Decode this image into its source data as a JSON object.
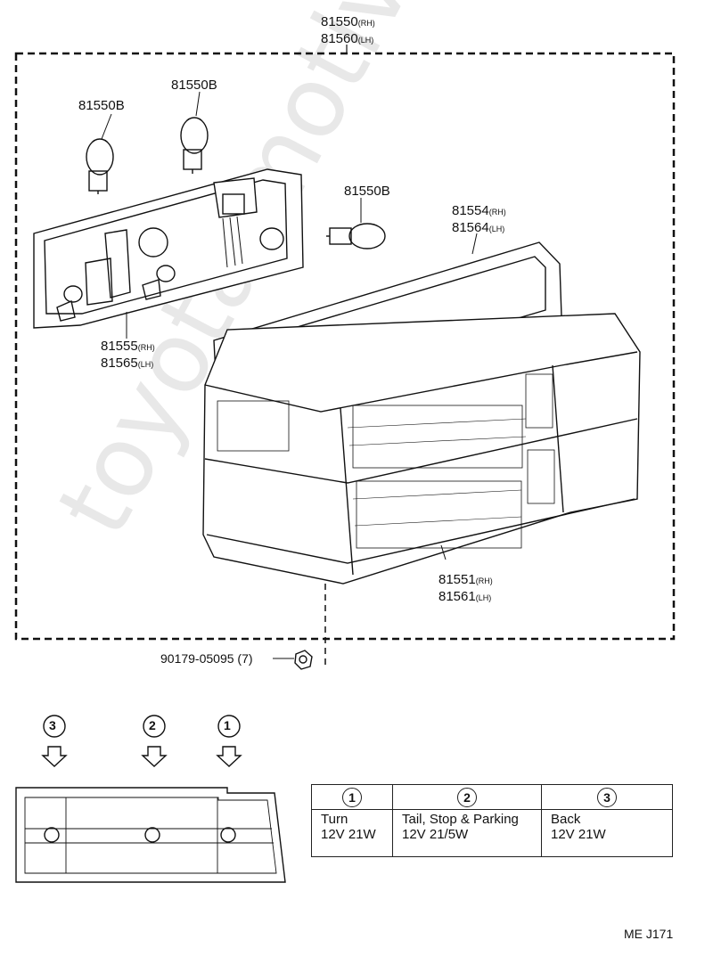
{
  "labels": {
    "assy_rh": "81550",
    "assy_rh_side": "(RH)",
    "assy_lh": "81560",
    "assy_lh_side": "(LH)",
    "bulb_a": "81550B",
    "bulb_b": "81550B",
    "bulb_c": "81550B",
    "gasket_rh": "81554",
    "gasket_rh_side": "(RH)",
    "gasket_lh": "81564",
    "gasket_lh_side": "(LH)",
    "socket_rh": "81555",
    "socket_rh_side": "(RH)",
    "socket_lh": "81565",
    "socket_lh_side": "(LH)",
    "lens_rh": "81551",
    "lens_rh_side": "(RH)",
    "lens_lh": "81561",
    "lens_lh_side": "(LH)",
    "nut": "90179-05095 (7)"
  },
  "watermark": "toyota-motive.ru",
  "markers": [
    "3",
    "2",
    "1"
  ],
  "legend": [
    {
      "num": "1",
      "function": "Turn",
      "spec": "12V 21W"
    },
    {
      "num": "2",
      "function": "Tail, Stop & Parking",
      "spec": "12V 21/5W"
    },
    {
      "num": "3",
      "function": "Back",
      "spec": "12V 21W"
    }
  ],
  "drawing_code": "ME J171"
}
